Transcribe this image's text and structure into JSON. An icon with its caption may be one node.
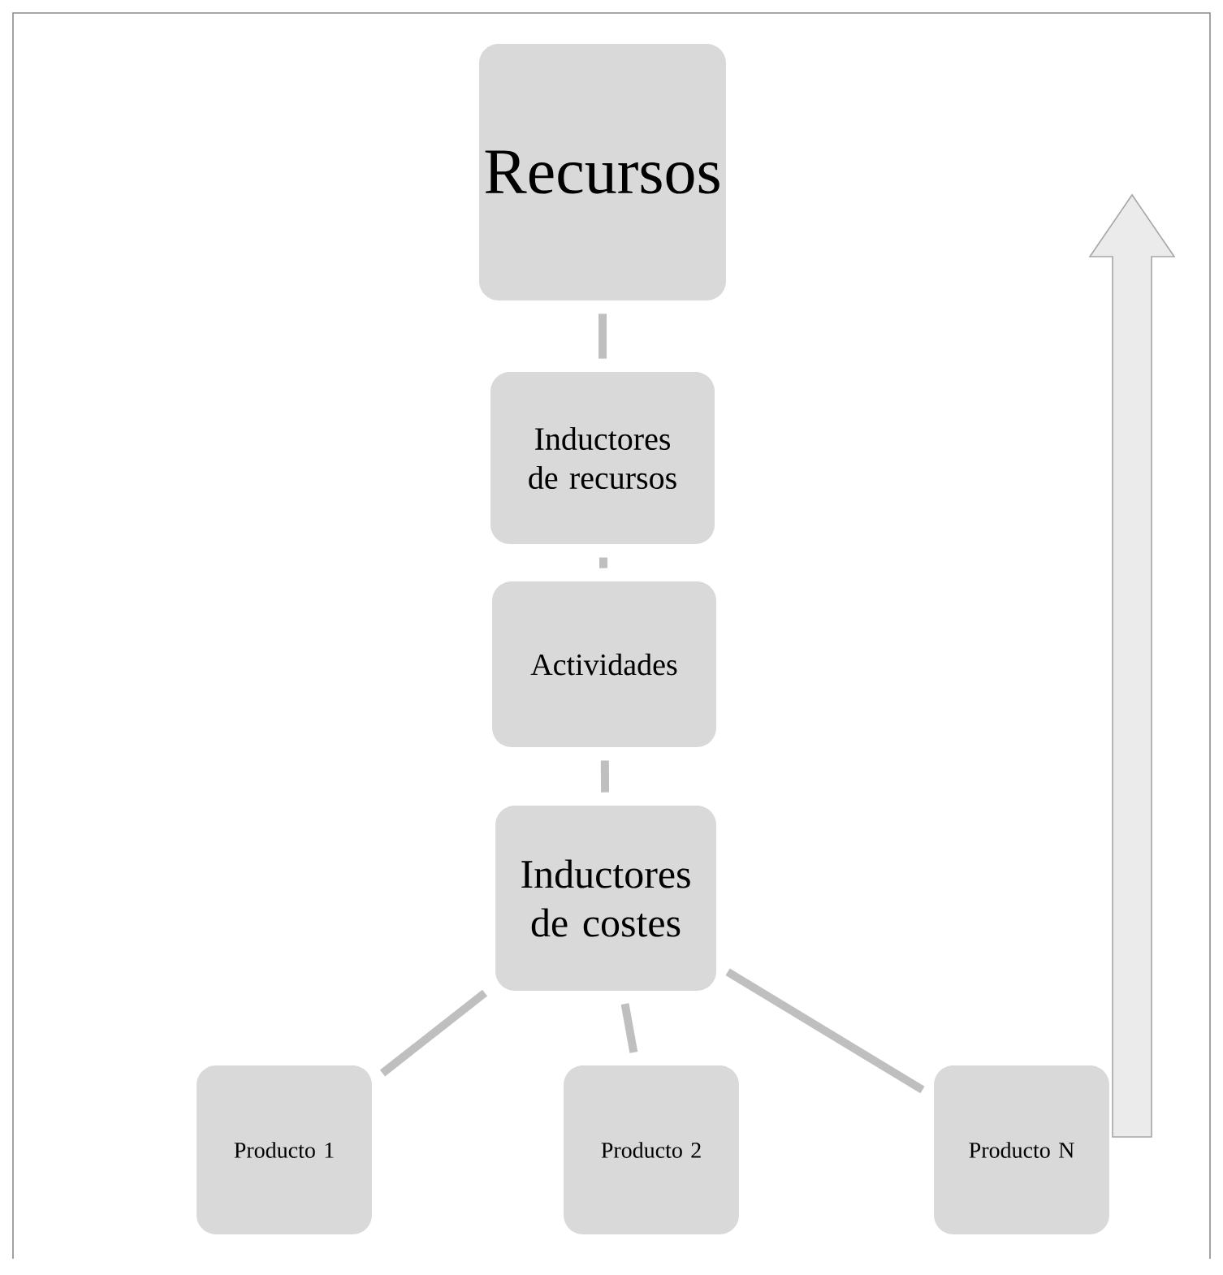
{
  "diagram": {
    "nodes": [
      {
        "text": [
          "Recursos"
        ]
      },
      {
        "text": [
          "Inductores de recursos"
        ]
      },
      {
        "text": [
          "Actividades"
        ]
      },
      {
        "text": [
          "Inductores de costes"
        ]
      },
      {
        "text": [
          "Producto 1"
        ]
      },
      {
        "text": [
          "Producto 2"
        ]
      },
      {
        "text": [
          "Producto N"
        ]
      }
    ],
    "edges": [
      {
        "from": 0,
        "to": 1,
        "arrow": "none"
      },
      {
        "from": 1,
        "to": 2,
        "arrow": "none"
      },
      {
        "from": 2,
        "to": 3,
        "arrow": "none"
      },
      {
        "from": 3,
        "to": 4,
        "arrow": "none"
      },
      {
        "from": 3,
        "to": 5,
        "arrow": "none"
      },
      {
        "from": 3,
        "to": 6,
        "arrow": "none"
      }
    ]
  }
}
